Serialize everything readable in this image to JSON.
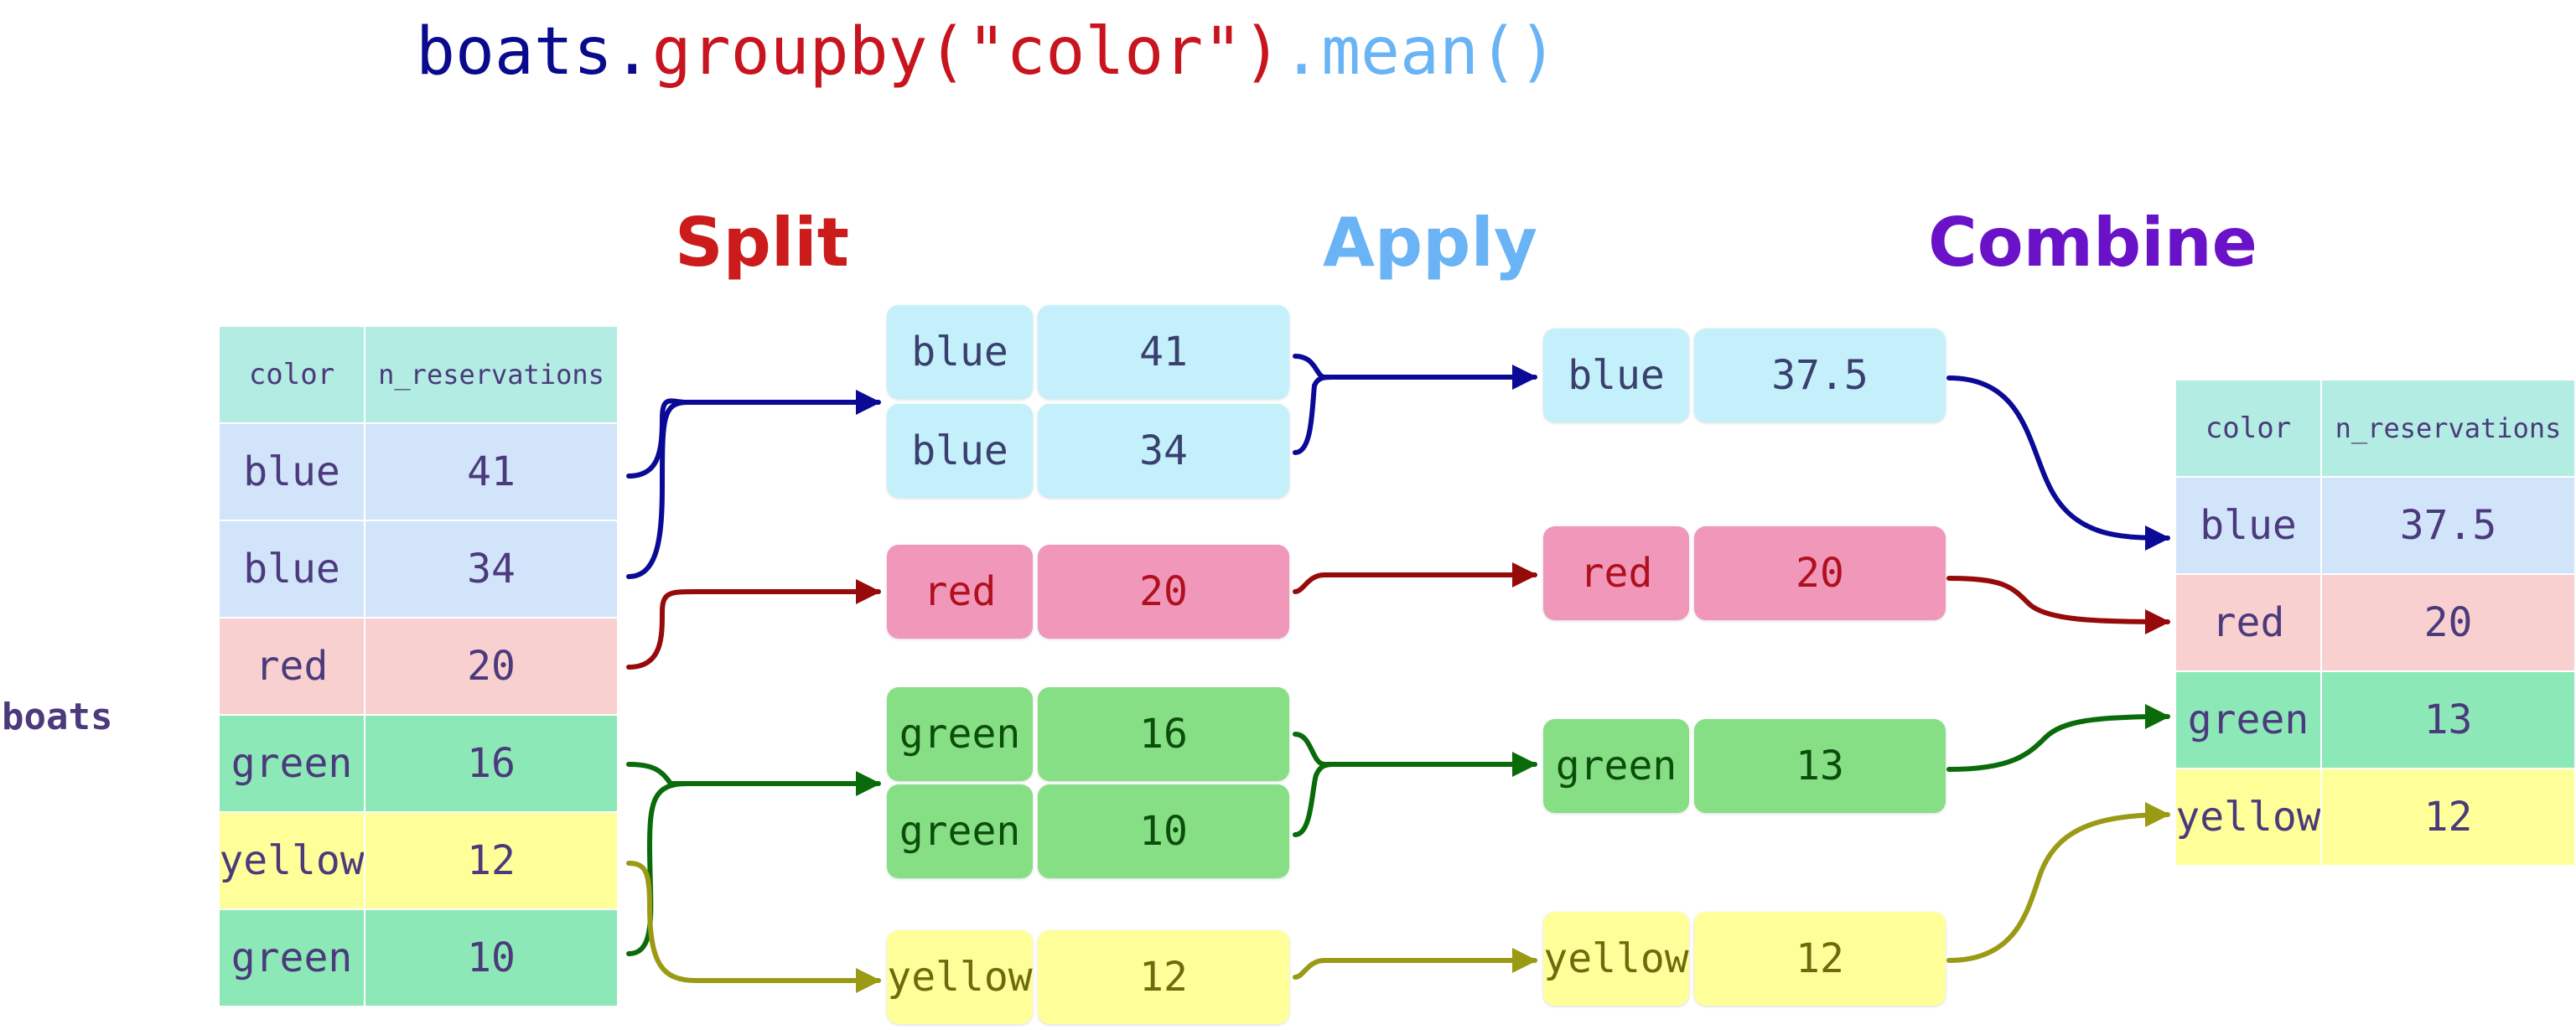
{
  "code": {
    "object": "boats.",
    "method": "groupby(\"color\")",
    "agg": ".mean()"
  },
  "stages": {
    "split": "Split",
    "apply": "Apply",
    "combine": "Combine"
  },
  "input_table": {
    "name": "boats",
    "headers": [
      "color",
      "n_reservations"
    ],
    "rows": [
      {
        "color": "blue",
        "value": "41"
      },
      {
        "color": "blue",
        "value": "34"
      },
      {
        "color": "red",
        "value": "20"
      },
      {
        "color": "green",
        "value": "16"
      },
      {
        "color": "yellow",
        "value": "12"
      },
      {
        "color": "green",
        "value": "10"
      }
    ]
  },
  "split_groups": [
    {
      "rows": [
        {
          "color": "blue",
          "value": "41"
        },
        {
          "color": "blue",
          "value": "34"
        }
      ]
    },
    {
      "rows": [
        {
          "color": "red",
          "value": "20"
        }
      ]
    },
    {
      "rows": [
        {
          "color": "green",
          "value": "16"
        },
        {
          "color": "green",
          "value": "10"
        }
      ]
    },
    {
      "rows": [
        {
          "color": "yellow",
          "value": "12"
        }
      ]
    }
  ],
  "applied": [
    {
      "color": "blue",
      "value": "37.5"
    },
    {
      "color": "red",
      "value": "20"
    },
    {
      "color": "green",
      "value": "13"
    },
    {
      "color": "yellow",
      "value": "12"
    }
  ],
  "output_table": {
    "headers": [
      "color",
      "n_reservations"
    ],
    "rows": [
      {
        "color": "blue",
        "value": "37.5"
      },
      {
        "color": "red",
        "value": "20"
      },
      {
        "color": "green",
        "value": "13"
      },
      {
        "color": "yellow",
        "value": "12"
      }
    ]
  },
  "colors": {
    "split_title": "#cc1b1b",
    "apply_title": "#6ab4f5",
    "combine_title": "#6a12c8",
    "header_bg": "#b2ece2",
    "table_blue": "#d2e4fa",
    "table_red": "#f9d0d0",
    "table_green": "#8de8b8",
    "table_yellow": "#ffff99",
    "pill_blue": "#c3f0fa",
    "pill_red": "#f097ba",
    "pill_green": "#86df84",
    "pill_yellow": "#ffff99",
    "text_table": "#4b3a7c",
    "text_blue": "#3a3f6e",
    "text_red": "#b0101e",
    "text_green": "#0b4d0b",
    "text_yellow": "#6e6a0e",
    "arrow_blue": "#0a0a96",
    "arrow_red": "#960a0a",
    "arrow_green": "#0a6b0a",
    "arrow_yellow": "#9a9a14"
  }
}
